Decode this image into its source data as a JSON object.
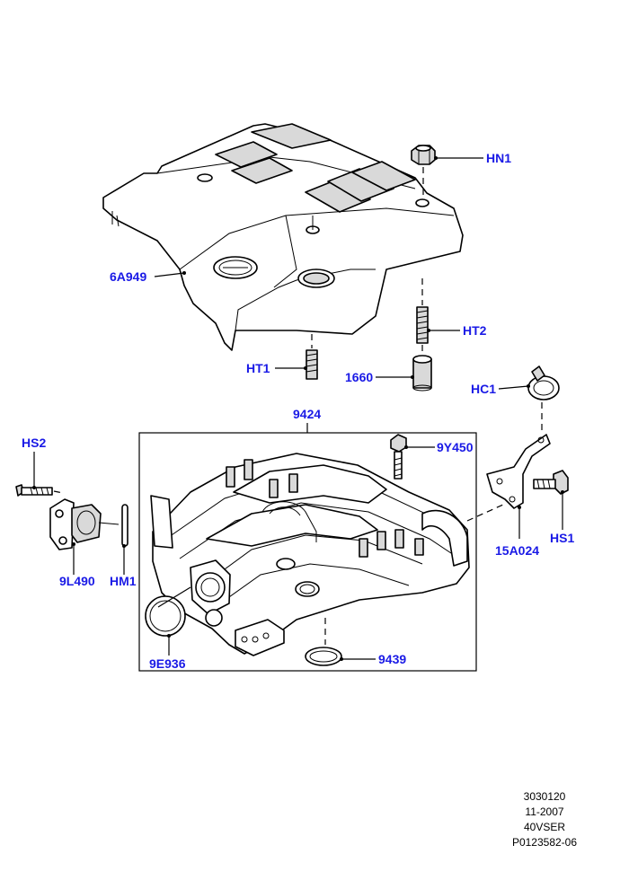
{
  "callouts": {
    "cover": "6A949",
    "cover_nut": "HN1",
    "stud_long": "HT2",
    "stud_short": "HT1",
    "spacer": "1660",
    "hose_clip": "HC1",
    "manifold": "9424",
    "manifold_bolt": "9Y450",
    "bracket": "15A024",
    "bracket_screw": "HS1",
    "actuator_screw": "HS2",
    "actuator": "9L490",
    "actuator_seal": "HM1",
    "throttle_gasket": "9E936",
    "port_gasket": "9439"
  },
  "colors": {
    "callout_text": "#1a1ae6",
    "line": "#000000",
    "part_fill": "#ffffff",
    "shade": "#d9d9d9"
  },
  "footer": {
    "line1": "3030120",
    "line2": "11-2007",
    "line3": "40VSER",
    "line4": "P0123582-06"
  }
}
